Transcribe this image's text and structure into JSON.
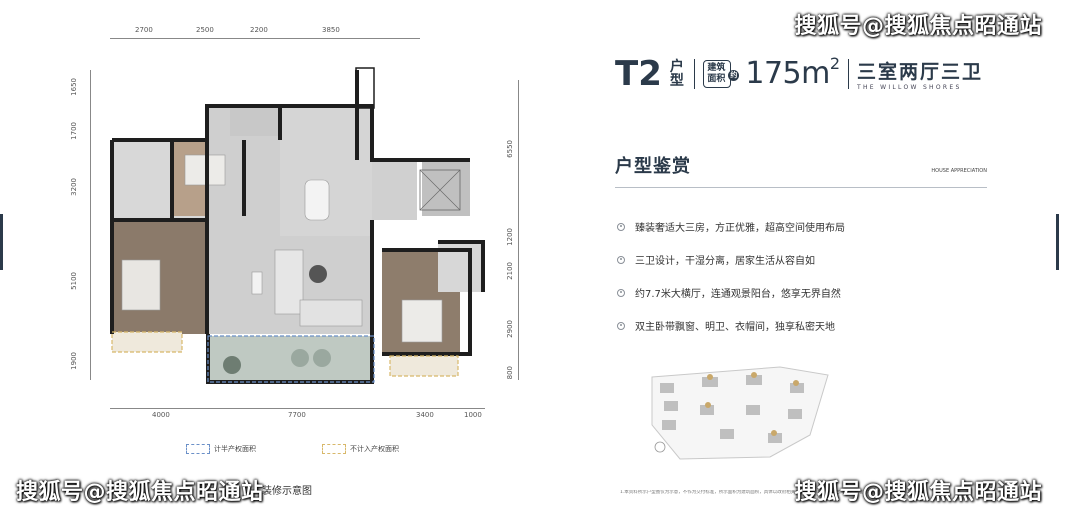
{
  "watermark": "搜狐号@搜狐焦点昭通站",
  "floorplan": {
    "top_dims": [
      "2700",
      "2500",
      "2200",
      "3850"
    ],
    "bottom_dims": [
      "4000",
      "7700",
      "3400",
      "1000"
    ],
    "left_dims": [
      "1650",
      "1700",
      "3200",
      "5100",
      "1900"
    ],
    "right_dims": [
      "6550",
      "1200",
      "2100",
      "2900",
      "800"
    ],
    "legend": {
      "half_area": "计半产权面积",
      "excluded_area": "不计入产权面积"
    },
    "caption": "装修示意图"
  },
  "header": {
    "type_code": "T2",
    "type_label": "户型",
    "area_badge": "建筑面积",
    "area_about": "约",
    "area_value": "175m",
    "area_unit_sup": "2",
    "layout_name": "三室两厅三卫",
    "project_en": "THE WILLOW SHORES"
  },
  "section": {
    "title": "户型鉴赏",
    "title_en": "HOUSE APPRECIATION"
  },
  "features": [
    "臻装奢适大三房，方正优雅，超高空间使用布局",
    "三卫设计，干湿分离，居家生活从容自如",
    "约7.7米大横厅，连通观景阳台，悠享无界自然",
    "双主卧带飘窗、明卫、衣帽间，独享私密天地"
  ],
  "disclaimer": "1.本资料所示户型图仅为示意，不作为交付标准，所示面积为建筑面积，具体以政府相关部门最终审批及买卖合同约定为准，本宣传资料所示家私仅供参考。",
  "colors": {
    "brand": "#2b3a4a",
    "legend_half": "#6b90c8",
    "legend_excluded": "#d8b86a"
  }
}
